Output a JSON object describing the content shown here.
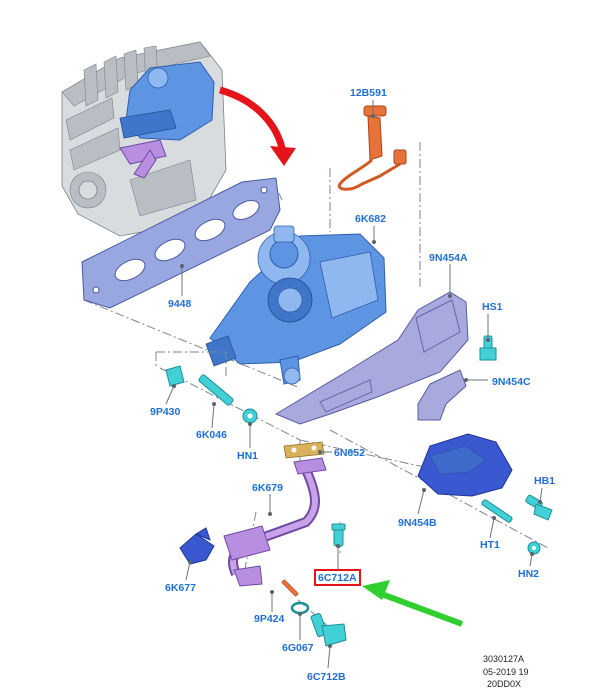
{
  "diagram": {
    "parts": [
      {
        "id": "12B591"
      },
      {
        "id": "6K682"
      },
      {
        "id": "9N454A"
      },
      {
        "id": "HS1"
      },
      {
        "id": "9N454C"
      },
      {
        "id": "9448"
      },
      {
        "id": "9P430"
      },
      {
        "id": "6K046"
      },
      {
        "id": "HN1"
      },
      {
        "id": "6N652"
      },
      {
        "id": "HB1"
      },
      {
        "id": "6K679"
      },
      {
        "id": "9N454B"
      },
      {
        "id": "HT1"
      },
      {
        "id": "6K677"
      },
      {
        "id": "6C712A"
      },
      {
        "id": "HN2"
      },
      {
        "id": "9P424"
      },
      {
        "id": "6G067"
      },
      {
        "id": "6C712B"
      }
    ],
    "highlighted_part": "6C712A",
    "colors": {
      "label": "#1f6fd6",
      "highlight_box": "#e5141b",
      "red_arrow": "#e5141b",
      "green_arrow": "#2ecf2e"
    },
    "reference": {
      "code": "3030127A",
      "date": "05-2019 19",
      "suffix": "20DD0X"
    }
  }
}
